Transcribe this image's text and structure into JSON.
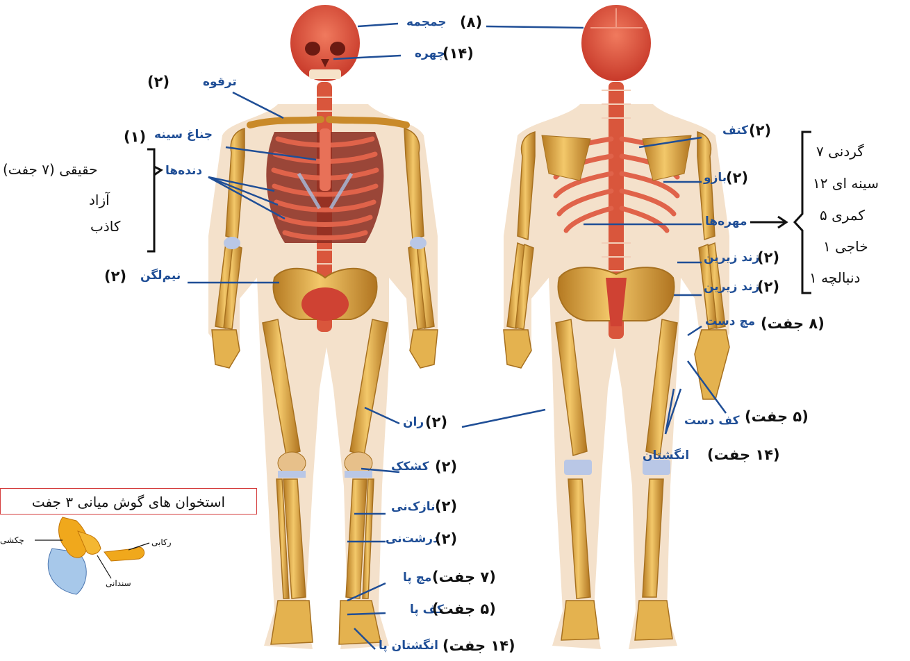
{
  "colors": {
    "label_blue": "#1f4e96",
    "bone": "#e4b24f",
    "bone_dark": "#a77120",
    "red_bone": "#cf4233",
    "skin": "#f2dcc2",
    "ear_box_border": "#d43b3b"
  },
  "front": {
    "skull": {
      "label": "جمجمه",
      "count": "(۸)"
    },
    "face": {
      "label": "چهره",
      "count": "(۱۴)"
    },
    "clavicle": {
      "label": "ترقوه",
      "count": "(۲)"
    },
    "sternum": {
      "label": "جناغ سینه",
      "count": "(۱)"
    },
    "ribs": {
      "label": "دنده‌ها",
      "types": [
        "حقیقی (۷ جفت)",
        "آزاد",
        "کاذب"
      ]
    },
    "hip": {
      "label": "نیم‌لگن",
      "count": "(۲)"
    },
    "femur": {
      "label": "ران",
      "count": "(۲)"
    },
    "patella": {
      "label": "کشکک",
      "count": "(۲)"
    },
    "fibula": {
      "label": "نازک‌نی",
      "count": "(۲)"
    },
    "tibia": {
      "label": "درشت‌نی",
      "count": "(۲)"
    },
    "ankle": {
      "label": "مچ پا",
      "count": "(۷ جفت)"
    },
    "sole": {
      "label": "کف پا",
      "count": "(۵ جفت)"
    },
    "toes": {
      "label": "انگشتان پا",
      "count": "(۱۴ جفت)"
    }
  },
  "back": {
    "scapula": {
      "label": "کتف",
      "count": "(۲)"
    },
    "humerus": {
      "label": "بازو",
      "count": "(۲)"
    },
    "vertebrae": {
      "label": "مهره‌ها",
      "types": [
        "گردنی ۷",
        "سینه ای ۱۲",
        "کمری ۵",
        "خاجی ۱",
        "دنبالچه ۱"
      ]
    },
    "ulna": {
      "label": "زند زیرین",
      "count": "(۲)"
    },
    "radius": {
      "label": "زند زیرین",
      "count": "(۲)"
    },
    "wrist": {
      "label": "مچ دست",
      "count": "(۸ جفت)"
    },
    "palm": {
      "label": "کف دست",
      "count": "(۵ جفت)"
    },
    "fingers": {
      "label": "انگشتان",
      "count": "(۱۴ جفت)"
    }
  },
  "ear": {
    "title": "استخوان های گوش میانی ۳ جفت",
    "stapes": "رکابی",
    "malleus": "چکشی",
    "incus": "سندانی"
  }
}
